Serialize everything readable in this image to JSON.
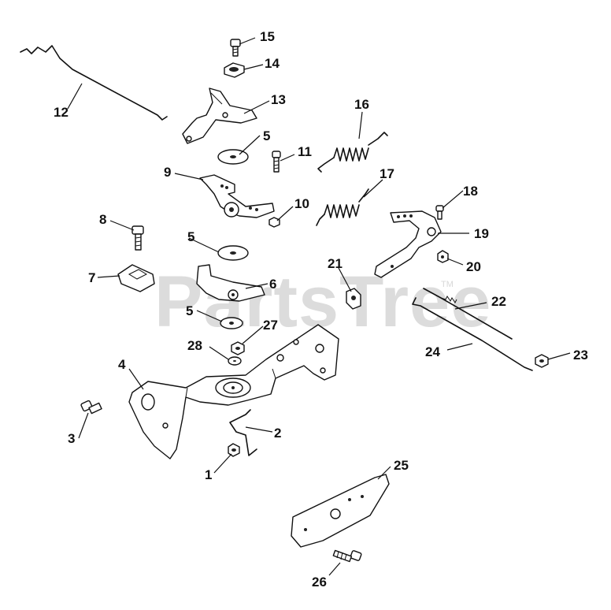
{
  "watermark": {
    "text": "PartsTree",
    "tm": "TM"
  },
  "callouts": [
    {
      "id": "c1",
      "label": "1"
    },
    {
      "id": "c2",
      "label": "2"
    },
    {
      "id": "c3",
      "label": "3"
    },
    {
      "id": "c4",
      "label": "4"
    },
    {
      "id": "c5a",
      "label": "5"
    },
    {
      "id": "c5b",
      "label": "5"
    },
    {
      "id": "c5c",
      "label": "5"
    },
    {
      "id": "c6",
      "label": "6"
    },
    {
      "id": "c7",
      "label": "7"
    },
    {
      "id": "c8",
      "label": "8"
    },
    {
      "id": "c9",
      "label": "9"
    },
    {
      "id": "c10",
      "label": "10"
    },
    {
      "id": "c11",
      "label": "11"
    },
    {
      "id": "c12",
      "label": "12"
    },
    {
      "id": "c13",
      "label": "13"
    },
    {
      "id": "c14",
      "label": "14"
    },
    {
      "id": "c15",
      "label": "15"
    },
    {
      "id": "c16",
      "label": "16"
    },
    {
      "id": "c17",
      "label": "17"
    },
    {
      "id": "c18",
      "label": "18"
    },
    {
      "id": "c19",
      "label": "19"
    },
    {
      "id": "c20",
      "label": "20"
    },
    {
      "id": "c21",
      "label": "21"
    },
    {
      "id": "c22",
      "label": "22"
    },
    {
      "id": "c23",
      "label": "23"
    },
    {
      "id": "c24",
      "label": "24"
    },
    {
      "id": "c25",
      "label": "25"
    },
    {
      "id": "c26",
      "label": "26"
    },
    {
      "id": "c27",
      "label": "27"
    },
    {
      "id": "c28",
      "label": "28"
    }
  ]
}
